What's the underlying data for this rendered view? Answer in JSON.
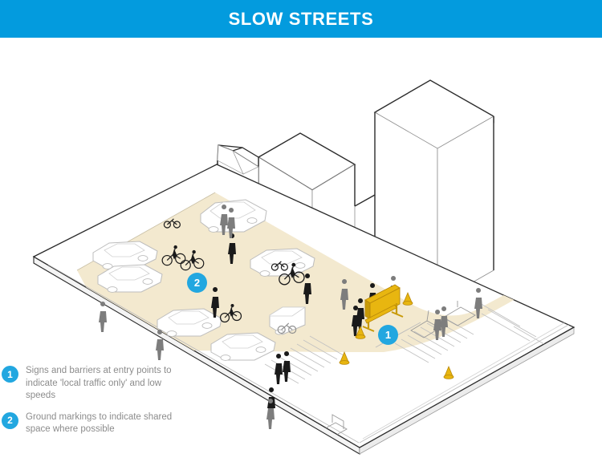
{
  "header": {
    "title": "SLOW STREETS",
    "background_color": "#039BDE",
    "text_color": "#FFFFFF"
  },
  "legend": {
    "items": [
      {
        "number": "1",
        "text": "Signs and barriers at entry points to indicate 'local traffic only' and low speeds"
      },
      {
        "number": "2",
        "text": "Ground markings to indicate shared space where possible"
      }
    ],
    "badge_color": "#22A7E0",
    "text_color": "#8C8C8C"
  },
  "illustration": {
    "type": "isometric-street-diagram",
    "markers": [
      {
        "number": "1",
        "refers_to": "signs-and-barriers-at-entry-point"
      },
      {
        "number": "2",
        "refers_to": "ground-markings-shared-space"
      }
    ],
    "colors": {
      "slow_street_surface": "#F3E9CF",
      "ground_plane": "#FFFFFF",
      "outline": "#1A1A1A",
      "light_outline": "#A9A9A9",
      "barrier_yellow": "#E8B610",
      "barrier_yellow_dark": "#C89A08",
      "people": "#1A1A1A",
      "people_far": "#9A9A9A",
      "vehicle_fill": "#FFFFFF",
      "vehicle_outline": "#BDBDBD",
      "marking_stroke": "#BEBEBE"
    },
    "elements": {
      "buildings_count": 4,
      "parked_cars_count": 7,
      "vans_count": 1,
      "cyclists_count": 4,
      "pedestrians_count": 17,
      "barriers_count": 1,
      "traffic_cones_count": 4,
      "crosswalk_stripes": true,
      "parking_bay_markings": true
    }
  }
}
